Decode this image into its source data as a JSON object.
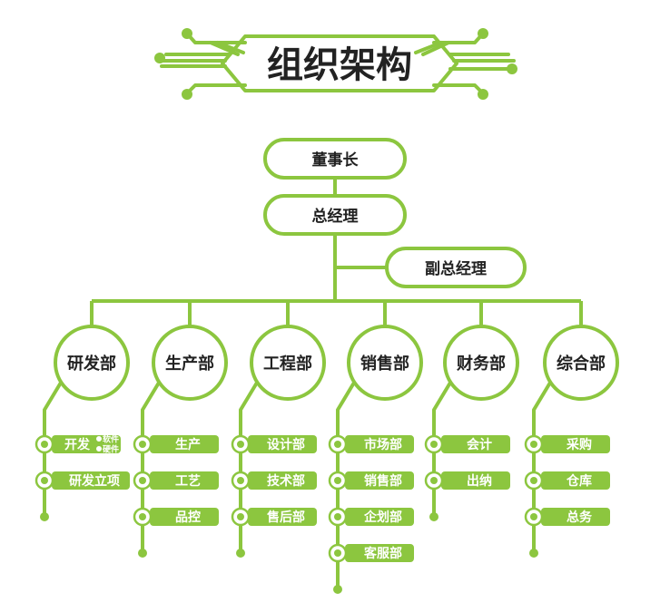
{
  "title": "组织架构",
  "colors": {
    "green": "#8cc63f",
    "text": "#222222",
    "white": "#ffffff"
  },
  "chairman": "董事长",
  "general_manager": "总经理",
  "deputy_manager": "副总经理",
  "departments": [
    {
      "name": "研发部",
      "items": [
        "开发",
        "研发立项"
      ],
      "sub_options": [
        "软件",
        "硬件"
      ]
    },
    {
      "name": "生产部",
      "items": [
        "生产",
        "工艺",
        "品控"
      ]
    },
    {
      "name": "工程部",
      "items": [
        "设计部",
        "技术部",
        "售后部"
      ]
    },
    {
      "name": "销售部",
      "items": [
        "市场部",
        "销售部",
        "企划部",
        "客服部"
      ]
    },
    {
      "name": "财务部",
      "items": [
        "会计",
        "出纳"
      ]
    },
    {
      "name": "综合部",
      "items": [
        "采购",
        "仓库",
        "总务"
      ]
    }
  ]
}
